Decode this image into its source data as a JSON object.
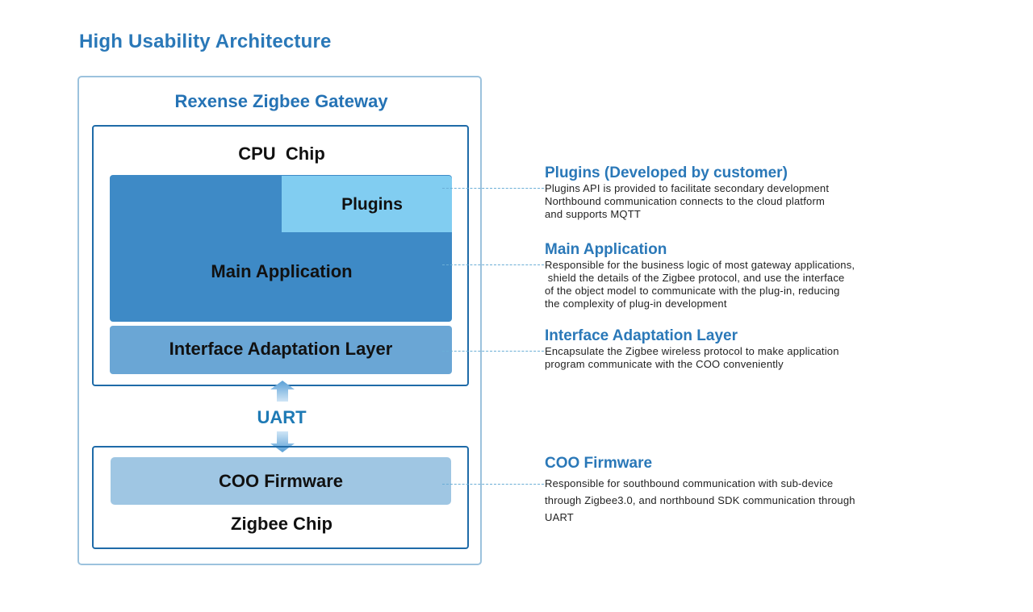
{
  "page_title": "High Usability Architecture",
  "gateway": {
    "title": "Rexense Zigbee Gateway",
    "cpu_chip": {
      "title": "CPU  Chip",
      "plugins": "Plugins",
      "main_application": "Main Application",
      "interface_layer": "Interface Adaptation Layer"
    },
    "uart": "UART",
    "zigbee_chip": {
      "coo_firmware": "COO Firmware",
      "title": "Zigbee Chip"
    }
  },
  "descriptions": {
    "plugins": {
      "title": "Plugins (Developed by customer)",
      "lines": [
        "Plugins API is provided to facilitate secondary development",
        "Northbound communication connects to the cloud platform",
        "and supports MQTT"
      ]
    },
    "main_application": {
      "title": "Main Application",
      "lines": [
        "Responsible for the business logic of most gateway applications,",
        " shield the details of the Zigbee protocol, and use the interface",
        "of the object model to communicate with the plug-in, reducing",
        "the complexity of plug-in development"
      ]
    },
    "interface_layer": {
      "title": "Interface Adaptation Layer",
      "lines": [
        "Encapsulate the Zigbee wireless protocol to make application",
        "program communicate with the COO conveniently"
      ]
    },
    "coo_firmware": {
      "title": "COO Firmware",
      "lines": [
        "Responsible for southbound communication with sub-device",
        "through Zigbee3.0, and northbound SDK communication through",
        "UART"
      ]
    }
  },
  "colors": {
    "title_blue": "#2a78b8",
    "main_app_blue": "#3e8ac6",
    "plugins_blue": "#81cdf1",
    "interface_blue": "#6aa6d5",
    "coo_blue": "#9fc6e3"
  }
}
